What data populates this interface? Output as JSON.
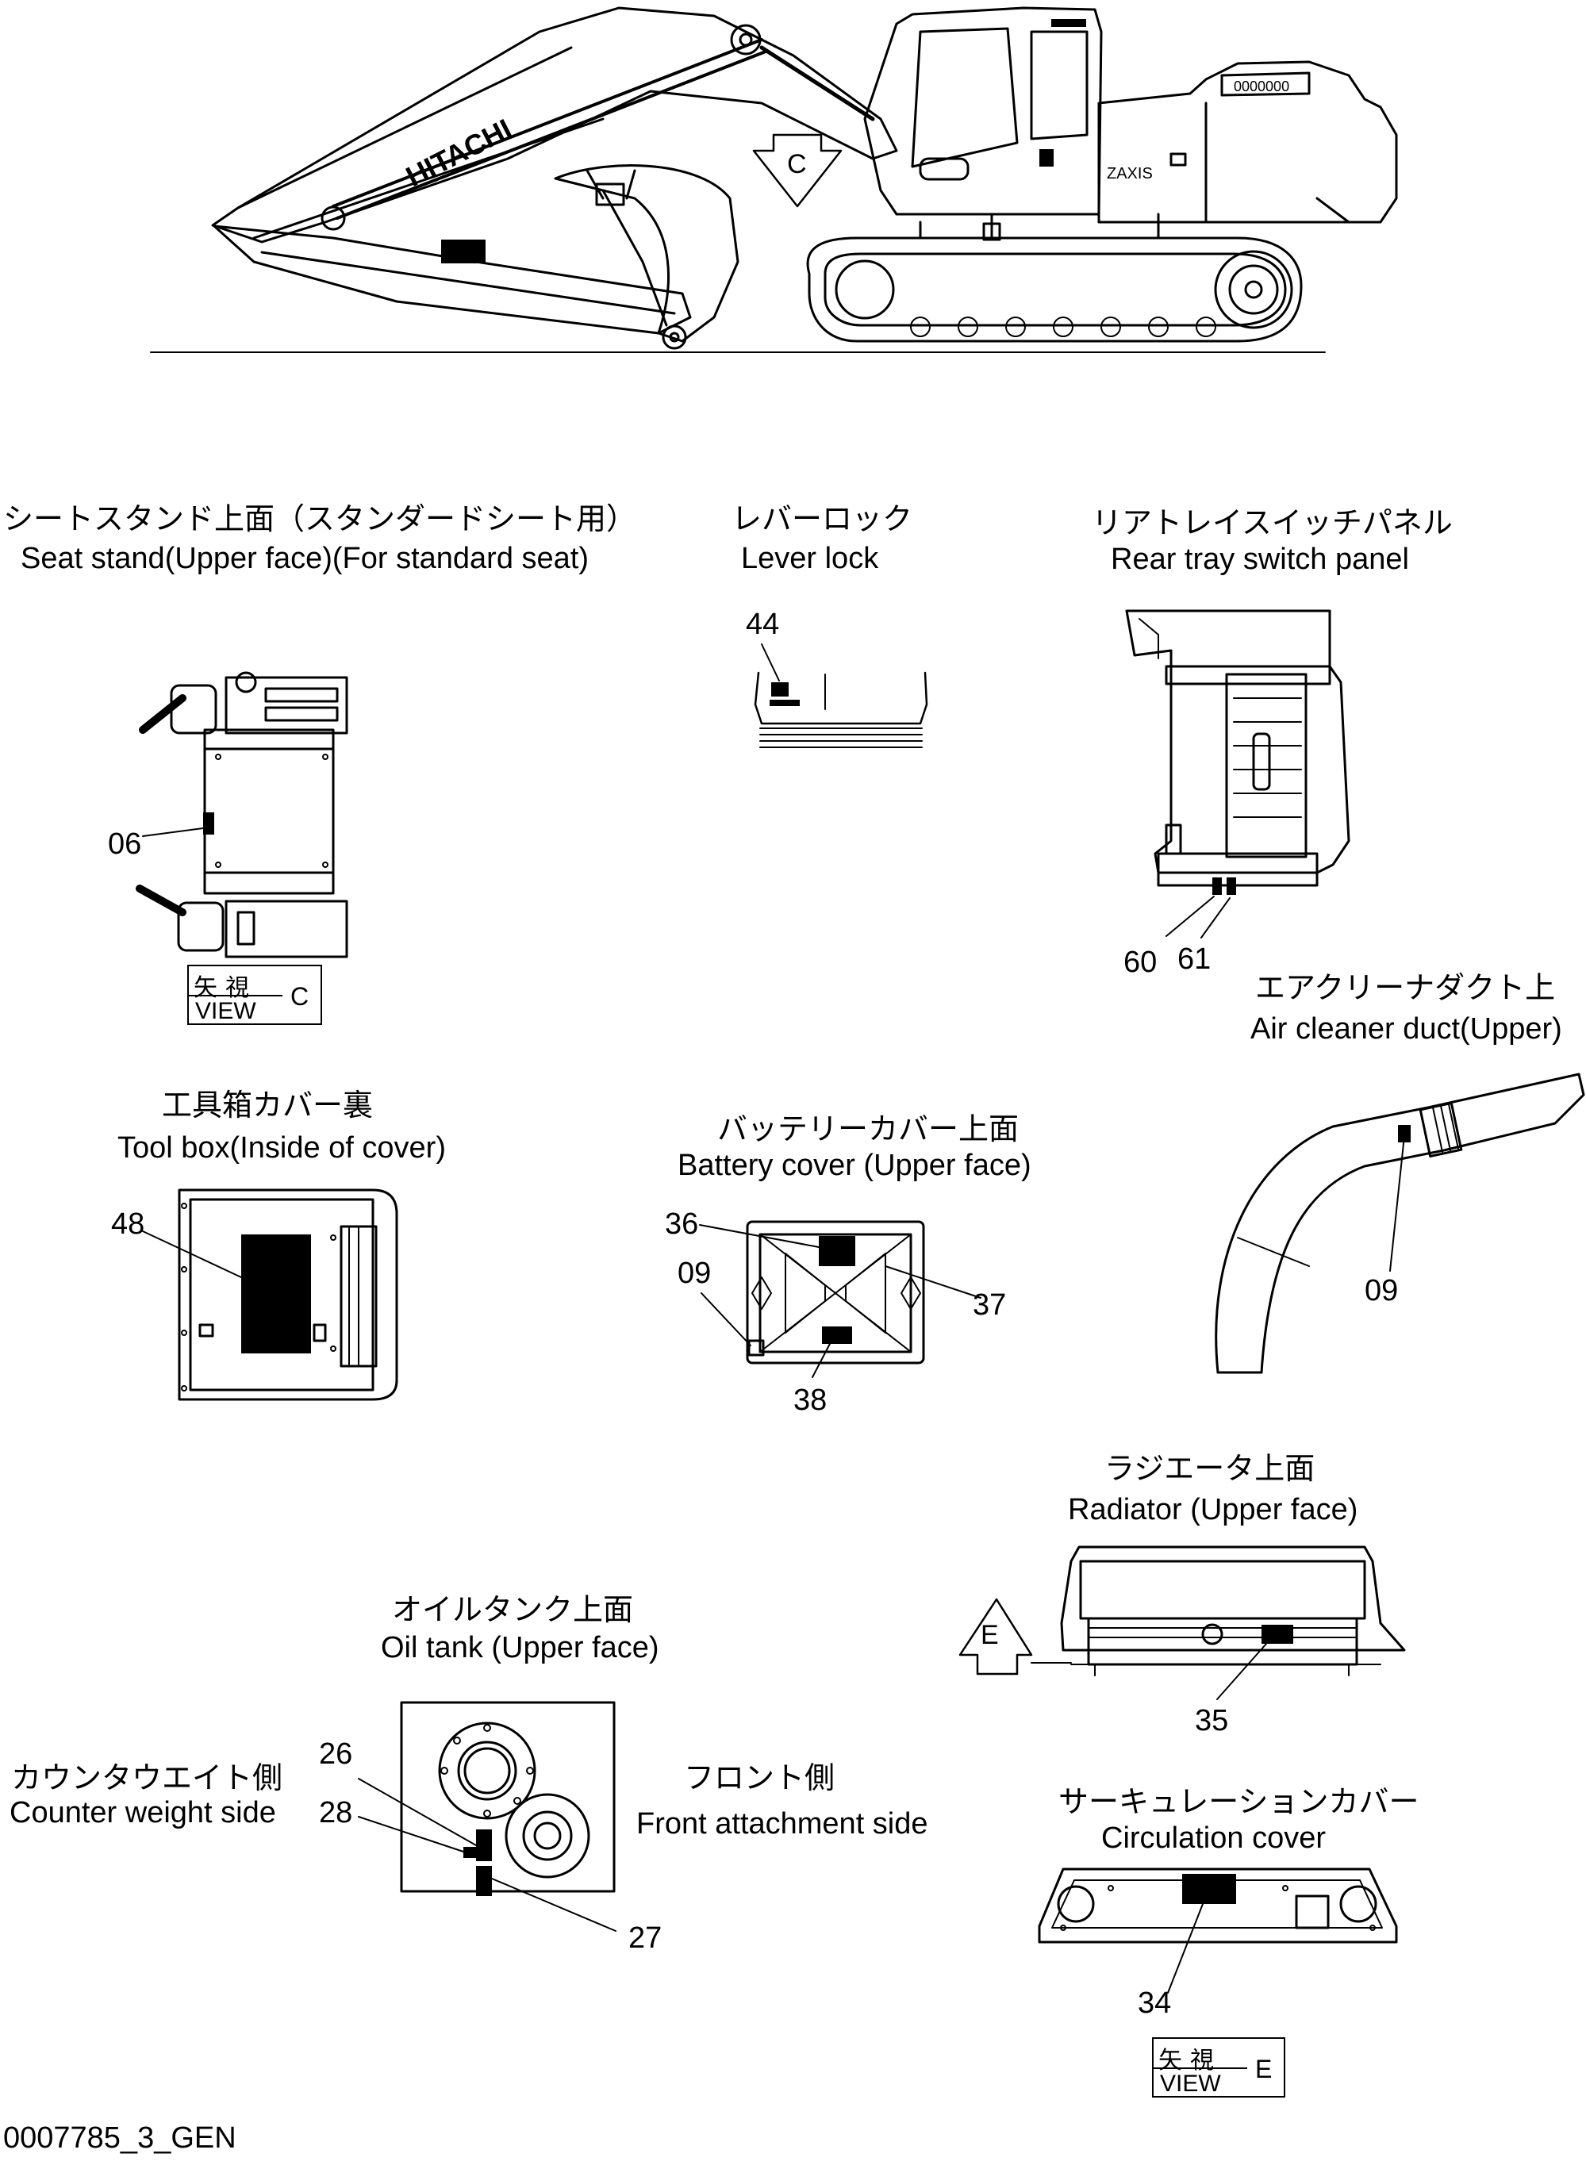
{
  "brand": {
    "boom_text": "HITACHI",
    "model_text": "ZAXIS"
  },
  "view_markers": {
    "c_letter": "C",
    "e_letter": "E"
  },
  "sections": {
    "seat_stand": {
      "jp": "シートスタンド上面（スタンダードシート用）",
      "en": "Seat stand(Upper face)(For standard seat)"
    },
    "lever_lock": {
      "jp": "レバーロック",
      "en": "Lever lock"
    },
    "rear_tray": {
      "jp": "リアトレイスイッチパネル",
      "en": "Rear tray switch panel"
    },
    "air_cleaner": {
      "jp": "エアクリーナダクト上",
      "en": "Air cleaner duct(Upper)"
    },
    "tool_box": {
      "jp": "工具箱カバー裏",
      "en": "Tool box(Inside of cover)"
    },
    "battery_cover": {
      "jp": "バッテリーカバー上面",
      "en": "Battery cover (Upper face)"
    },
    "radiator": {
      "jp": "ラジエータ上面",
      "en": "Radiator (Upper face)"
    },
    "oil_tank": {
      "jp": "オイルタンク上面",
      "en": "Oil tank (Upper face)"
    },
    "counter_weight_side": {
      "jp": "カウンタウエイト側",
      "en": "Counter weight side"
    },
    "front_side": {
      "jp": "フロント側",
      "en": "Front attachment side"
    },
    "circulation_cover": {
      "jp": "サーキュレーションカバー",
      "en": "Circulation cover"
    }
  },
  "callouts": {
    "c06": "06",
    "c44": "44",
    "c60": "60",
    "c61": "61",
    "c48": "48",
    "c36": "36",
    "c09a": "09",
    "c37": "37",
    "c38": "38",
    "c09b": "09",
    "c35": "35",
    "c26": "26",
    "c28": "28",
    "c27": "27",
    "c34": "34"
  },
  "view_boxes": {
    "c": {
      "jp": "矢視",
      "en": "VIEW",
      "letter": "C"
    },
    "e": {
      "jp": "矢視",
      "en": "VIEW",
      "letter": "E"
    }
  },
  "drawing_id": "0007785_3_GEN"
}
